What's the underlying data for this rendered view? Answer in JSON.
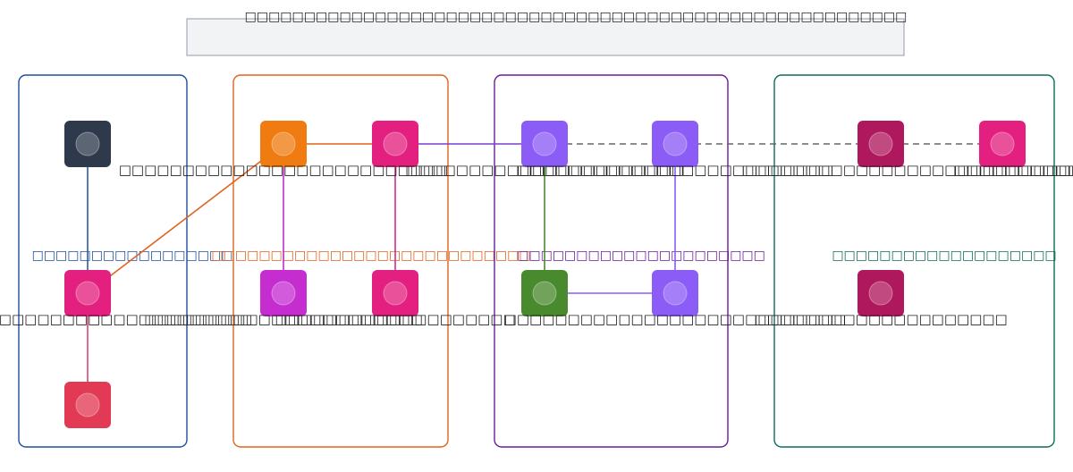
{
  "title": "□□□□□□□□□□□□□□□□□□□□□□□□□□□□□□□□□□□□□□□□□□□□□□□□□□□□□□□□",
  "groups": [
    {
      "id": "g1",
      "label": "□□□□□□□□□□□□□□□□□",
      "color": "#1f4e9c",
      "label_color": "#1f4e9c"
    },
    {
      "id": "g2",
      "label": "□□□□□□□□□□□□□□□□□□□□□□□□□□□",
      "color": "#e0631f",
      "label_color": "#e0631f"
    },
    {
      "id": "g3",
      "label": "□□□□□□□□□□□□□□□□□□□□□",
      "color": "#6a1b9a",
      "label_color": "#6a1b9a"
    },
    {
      "id": "g4",
      "label": "□□□□□□□□□□□□□□□□□□□",
      "color": "#0f6b5a",
      "label_color": "#0f6b5a"
    }
  ],
  "nodes": [
    {
      "id": "n1",
      "group": "g1",
      "fill": "#2e3a4c",
      "label": ""
    },
    {
      "id": "n2",
      "group": "g1",
      "fill": "#e3207f",
      "label": "□□□□□□□□□□□□□□□□□□□□□□□□□□"
    },
    {
      "id": "n3",
      "group": "g1",
      "fill": "#e23a55",
      "label": ""
    },
    {
      "id": "n4",
      "group": "g2",
      "fill": "#f07b10",
      "label": "□□□□□□□□□□□□□□□□□□□□□□□□□□"
    },
    {
      "id": "n5",
      "group": "g2",
      "fill": "#e3207f",
      "label": ""
    },
    {
      "id": "n6",
      "group": "g2",
      "fill": "#c52dd0",
      "label": "□□□□□□□□□□□□□□□□□□□□□□"
    },
    {
      "id": "n7",
      "group": "g2",
      "fill": "#e3207f",
      "label": "□□□□□□□□□□□□□□□□□□□"
    },
    {
      "id": "n8",
      "group": "g3",
      "fill": "#8b5cf6",
      "label": "□□□□□□□□□□□□□□□□□□□□□□"
    },
    {
      "id": "n9",
      "group": "g3",
      "fill": "#8b5cf6",
      "label": "□□□□□□□□□□□□□□□□□□□□□□□□□"
    },
    {
      "id": "n10",
      "group": "g3",
      "fill": "#4a8a2e",
      "label": ""
    },
    {
      "id": "n11",
      "group": "g3",
      "fill": "#8b5cf6",
      "label": "□□□□□□□□□□□□□□□□□□□□□□□□□□□"
    },
    {
      "id": "n12",
      "group": "g4",
      "fill": "#b0185e",
      "label": "□□□□□□□□□□□□□□□□□□□□□□□□□□□□□□□"
    },
    {
      "id": "n13",
      "group": "g4",
      "fill": "#e3207f",
      "label": "□□□□□□□□□□□□"
    },
    {
      "id": "n14",
      "group": "g4",
      "fill": "#b0185e",
      "label": "□□□□□□□□□□□□□□□□□□□□"
    }
  ],
  "edges": [
    {
      "from": "n1",
      "to": "n2",
      "color": "#2f5aa0",
      "style": "solid"
    },
    {
      "from": "n2",
      "to": "n3",
      "color": "#d24870",
      "style": "solid"
    },
    {
      "from": "n2",
      "to": "n4",
      "color": "#e0631f",
      "style": "solid"
    },
    {
      "from": "n4",
      "to": "n5",
      "color": "#e0631f",
      "style": "solid"
    },
    {
      "from": "n4",
      "to": "n6",
      "color": "#c52dd0",
      "style": "solid"
    },
    {
      "from": "n5",
      "to": "n7",
      "color": "#d42d8a",
      "style": "solid"
    },
    {
      "from": "n5",
      "to": "n8",
      "color": "#7b3fd1",
      "style": "solid"
    },
    {
      "from": "n10",
      "to": "n8",
      "color": "#4a8a2e",
      "style": "solid"
    },
    {
      "from": "n9",
      "to": "n11",
      "color": "#8b5cf6",
      "style": "solid"
    },
    {
      "from": "n11",
      "to": "n10",
      "color": "#8b5cf6",
      "style": "solid"
    },
    {
      "from": "n8",
      "to": "n12",
      "color": "#666666",
      "style": "dashed"
    },
    {
      "from": "n12",
      "to": "n13",
      "color": "#666666",
      "style": "dashed"
    }
  ]
}
